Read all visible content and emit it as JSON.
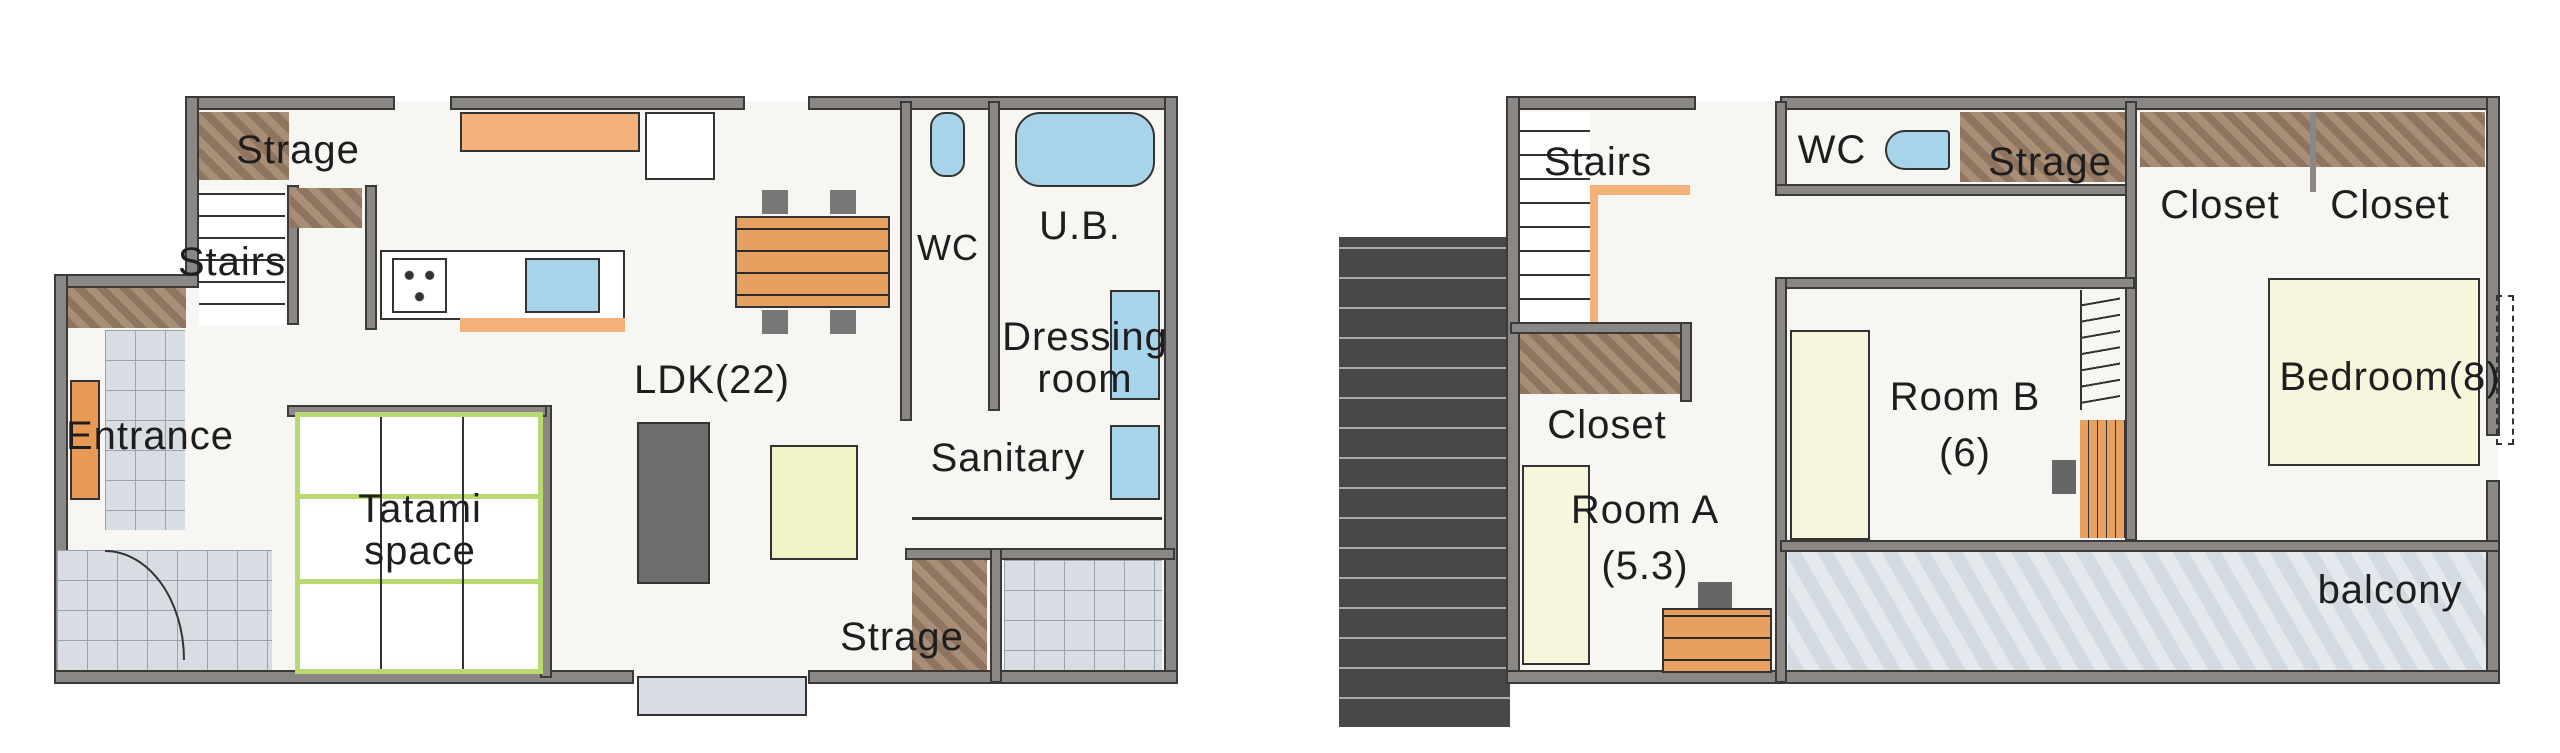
{
  "first_floor": {
    "rooms": {
      "storage_top": "Strage",
      "stairs": "Stairs",
      "entrance": "Entrance",
      "tatami": "Tatami\nspace",
      "ldk": "LDK(22)",
      "wc": "WC",
      "ub": "U.B.",
      "dressing": "Dressing\nroom",
      "sanitary": "Sanitary",
      "storage_bottom": "Strage"
    }
  },
  "second_floor": {
    "rooms": {
      "stairs": "Stairs",
      "wc": "WC",
      "storage": "Strage",
      "closet_1": "Closet",
      "closet_2": "Closet",
      "closet_3": "Closet",
      "room_b": "Room B\n(6)",
      "bedroom": "Bedroom(8)",
      "room_a": "Room A\n(5.3)",
      "balcony": "balcony"
    }
  },
  "colors": {
    "wall": "#8a8784",
    "wood": "#e8a060",
    "water": "#a8d4ea",
    "tatami": "#a8cc55",
    "roof": "#4a4846"
  }
}
